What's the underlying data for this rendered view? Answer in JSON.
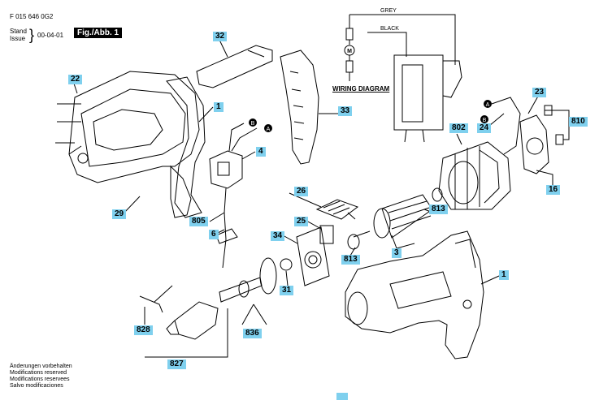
{
  "header": {
    "part_number": "F 015 646 0G2",
    "stand_label": "Stand",
    "issue_label": "Issue",
    "issue_date": "00-04-01",
    "fig_label": "Fig./Abb. 1"
  },
  "wiring": {
    "title": "WIRING DIAGRAM",
    "grey_label": "GREY",
    "black_label": "BLACK",
    "motor_symbol": "M"
  },
  "markers": {
    "a": "A",
    "b": "B"
  },
  "callouts": {
    "c32": "32",
    "c22": "22",
    "c1a": "1",
    "c33": "33",
    "c4": "4",
    "c29": "29",
    "c805": "805",
    "c6": "6",
    "c26": "26",
    "c25": "25",
    "c34": "34",
    "c31": "31",
    "c3": "3",
    "c813a": "813",
    "c813b": "813",
    "c23": "23",
    "c24": "24",
    "c802": "802",
    "c810": "810",
    "c16": "16",
    "c1b": "1",
    "c828": "828",
    "c836": "836",
    "c827": "827"
  },
  "notes": [
    "Änderungen vorbehalten",
    "Modifications reserved",
    "Modifications reservees",
    "Salvo modificaciones"
  ],
  "colors": {
    "callout_bg": "#7fd0ee",
    "line": "#000000"
  }
}
